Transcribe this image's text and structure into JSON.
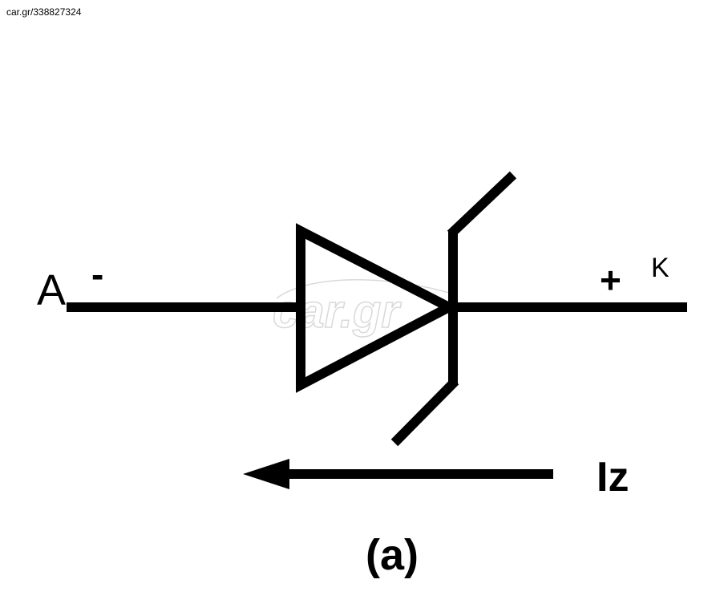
{
  "watermark": {
    "listing_id": "car.gr/338827324",
    "logo_text": "car.gr"
  },
  "diagram": {
    "anode_label": "A",
    "anode_polarity": "-",
    "cathode_label": "K",
    "cathode_polarity": "+",
    "current_label": "Iz",
    "caption": "(a)"
  },
  "colors": {
    "stroke": "#000000",
    "background": "#ffffff",
    "watermark": "#d9d9d9"
  }
}
